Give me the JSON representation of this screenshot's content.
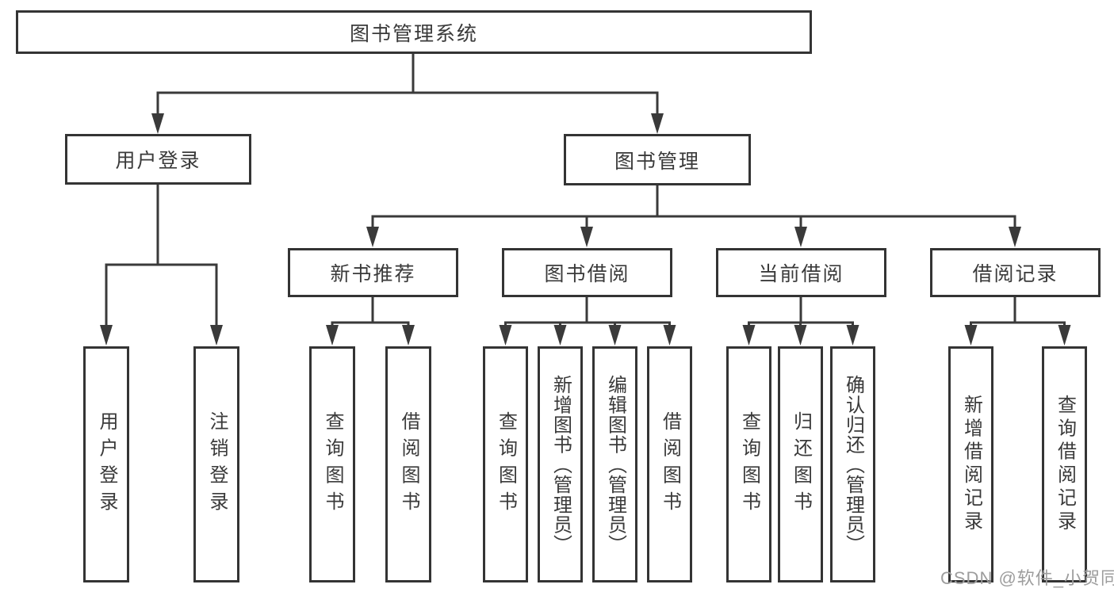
{
  "tree": {
    "root": {
      "label": "图书管理系统"
    },
    "level2": {
      "user_login": {
        "label": "用户登录"
      },
      "book_management": {
        "label": "图书管理"
      }
    },
    "level3": {
      "new_book_recommend": {
        "label": "新书推荐"
      },
      "book_borrow": {
        "label": "图书借阅"
      },
      "current_borrow": {
        "label": "当前借阅"
      },
      "borrow_record": {
        "label": "借阅记录"
      }
    },
    "leaves": {
      "user_login": {
        "label": "用户登录"
      },
      "logout": {
        "label": "注销登录"
      },
      "recommend_query_book": {
        "label": "查询图书"
      },
      "recommend_borrow_book": {
        "label": "借阅图书"
      },
      "borrow_query_book": {
        "label": "查询图书"
      },
      "add_book_admin": {
        "label": "新增图书（管理员）"
      },
      "edit_book_admin": {
        "label": "编辑图书（管理员）"
      },
      "borrow_borrow_book": {
        "label": "借阅图书"
      },
      "current_query_book": {
        "label": "查询图书"
      },
      "return_book": {
        "label": "归还图书"
      },
      "confirm_return_admin": {
        "label": "确认归还（管理员）"
      },
      "add_borrow_record": {
        "label": "新增借阅记录"
      },
      "query_borrow_record": {
        "label": "查询借阅记录"
      }
    }
  },
  "watermark": "CSDN @软件_小贺同学",
  "colors": {
    "line": "#3a3a3a",
    "border": "#343434",
    "text": "#3a3a3a",
    "watermark": "#9d9d9d",
    "background": "#ffffff"
  }
}
